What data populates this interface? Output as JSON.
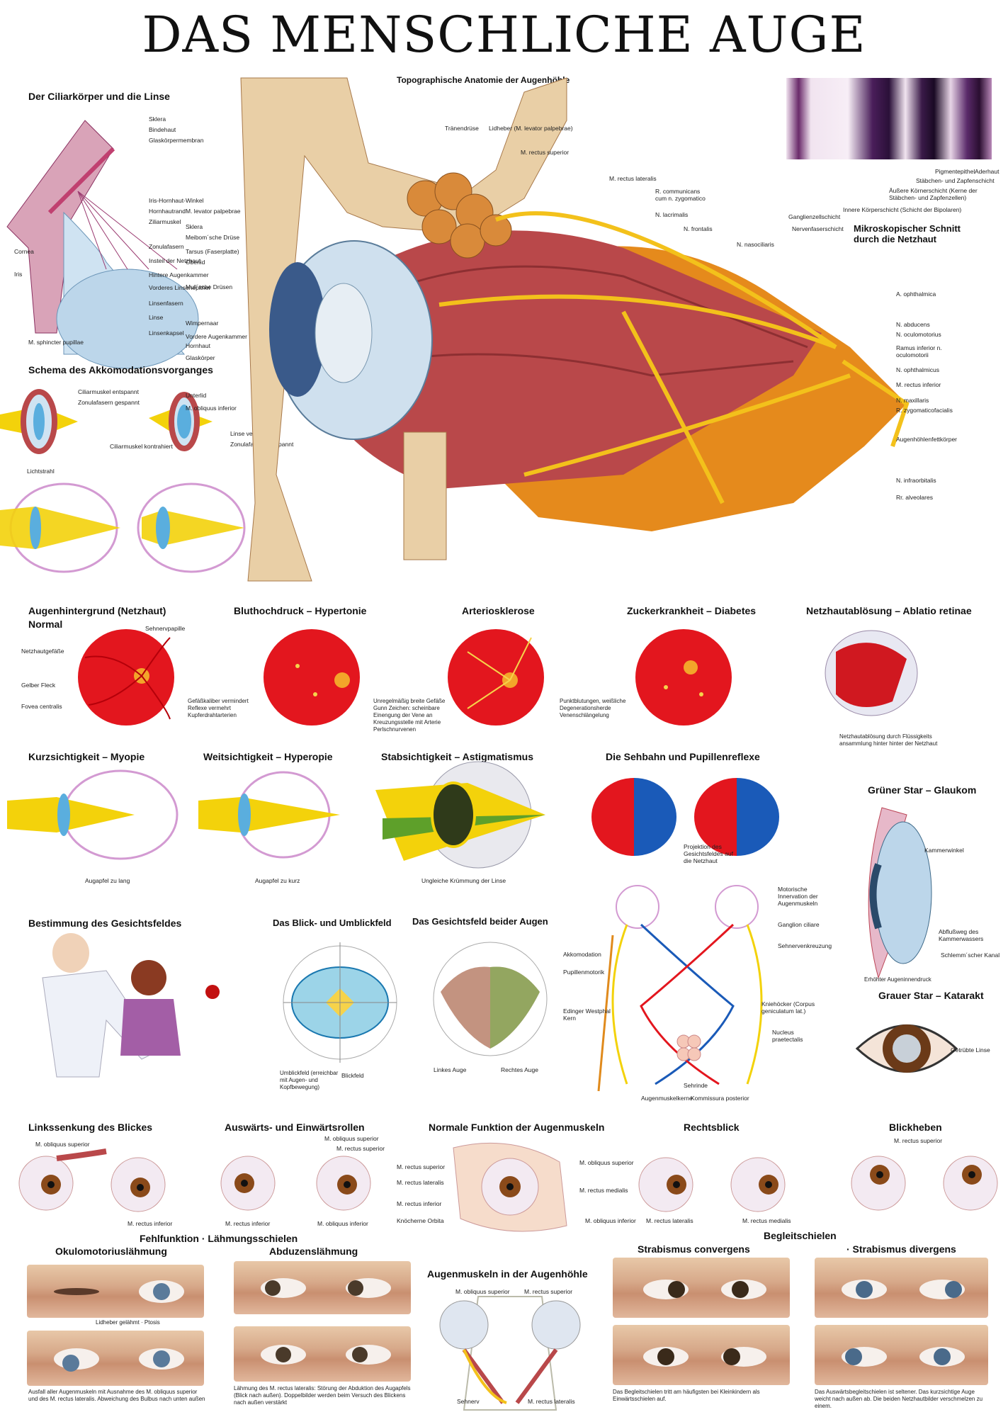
{
  "title": "DAS MENSCHLICHE AUGE",
  "colors": {
    "red": "#e3161e",
    "blue": "#1a5ab8",
    "yellow": "#f3d20b",
    "muscle": "#b9484a",
    "orange": "#e08a1c"
  },
  "sections": {
    "ciliar": {
      "title": "Der Ciliarkörper und die Linse",
      "labels": [
        "Sklera",
        "Bindehaut",
        "Glaskörpermembran",
        "Iris-Hornhaut-Winkel",
        "Hornhautrand",
        "Ziliarmuskel",
        "Zonulafasern",
        "Insteil der Netzhaut",
        "Hintere Augenkammer",
        "Vorderes Linsenepithel",
        "Linsenfasern",
        "Linse",
        "Linsenkapsel"
      ],
      "left_labels": [
        "Cornea",
        "Iris"
      ],
      "bottom_label": "M. sphincter pupillae"
    },
    "akkommodation": {
      "title": "Schema des Akkomodationsvorganges",
      "labels": [
        "Ciliarmuskel entspannt",
        "Zonulafasern gespannt",
        "Ciliarmuskel kontrahiert",
        "Linse verdickt",
        "Zonulafasern entspannt",
        "Lichtstrahl"
      ]
    },
    "topo": {
      "title": "Topographische Anatomie der Augenhöhle",
      "top_labels": [
        "Tränendrüse",
        "Lidheber (M. levator palpebrae)",
        "M. rectus superior"
      ],
      "left_labels": [
        "M. levator palpebrae",
        "Sklera",
        "Meibom´sche Drüse",
        "Tarsus (Faserplatte)",
        "Oberlid",
        "Mull´sche Drüsen",
        "Wimpernaar",
        "Vordere Augenkammer",
        "Hornhaut",
        "Glaskörper",
        "Unterlid",
        "M. obliquus inferior"
      ],
      "mid_labels": [
        "M. rectus lateralis",
        "R. communicans cum n. zygomatico",
        "N. lacrimalis",
        "N. frontalis",
        "N. nasociliaris"
      ],
      "right_labels": [
        "A. ophthalmica",
        "N. abducens",
        "N. oculomotorius",
        "Ramus inferior n. oculomotorii",
        "N. ophthalmicus",
        "M. rectus inferior",
        "N. maxillaris",
        "R. zygomaticofacialis",
        "Augenhöhlenfettkörper",
        "N. infraorbitalis",
        "Rr. alveolares"
      ]
    },
    "netzhaut": {
      "title": "Mikroskopischer Schnitt durch die Netzhaut",
      "labels": [
        "Pigmentepithel",
        "Aderhaut",
        "Stäbchen- und Zapfenschicht",
        "Äußere Körnerschicht (Kerne der Stäbchen- und Zapfenzellen)",
        "Innere Körperschicht (Schicht der Bipolaren)",
        "Ganglienzellschicht",
        "Nervenfaserschicht"
      ]
    },
    "fundus": [
      {
        "title": "Augenhintergrund (Netzhaut)",
        "subtitle": "Normal",
        "labels": [
          "Sehnervpapille",
          "Netzhautgefäße",
          "Gelber Fleck",
          "Fovea centralis"
        ],
        "caption": ""
      },
      {
        "title": "Bluthochdruck – Hypertonie",
        "subtitle": "",
        "labels": [],
        "caption": "Gefäßkaliber vermindert Reflexe vermehrt Kupferdrahtarterien"
      },
      {
        "title": "Arteriosklerose",
        "subtitle": "",
        "labels": [],
        "caption": "Unregelmäßig breite Gefäße Gunn Zeichen: scheinbare Einengung der Vene an Kreuzungsstelle mit Arterie Perlschnurvenen"
      },
      {
        "title": "Zuckerkrankheit – Diabetes",
        "subtitle": "",
        "labels": [],
        "caption": "Punktblutungen, weißliche Degenerationsherde Venenschlängelung"
      },
      {
        "title": "Netzhautablösung – Ablatio retinae",
        "subtitle": "",
        "labels": [],
        "caption": "Netzhautablösung durch Flüssigkeits ansammlung hinter hinter der Netzhaut"
      }
    ],
    "refraction": [
      {
        "title": "Kurzsichtigkeit – Myopie",
        "caption": "Augapfel zu lang"
      },
      {
        "title": "Weitsichtigkeit – Hyperopie",
        "caption": "Augapfel zu kurz"
      },
      {
        "title": "Stabsichtigkeit – Astigmatismus",
        "caption": "Ungleiche Krümmung der Linse"
      }
    ],
    "sehbahn": {
      "title": "Die Sehbahn und Pupillenreflexe",
      "labels": [
        "Projektion des Gesichtsfeldes auf die Netzhaut",
        "Motorische Innervation der Augenmuskeln",
        "Ganglion ciliare",
        "Sehnervenkreuzung",
        "Akkomodation",
        "Pupillenmotorik",
        "Kniehöcker (Corpus geniculatum lat.)",
        "Edinger Westphal Kern",
        "Nucleus praetectalis",
        "Sehrinde",
        "Augenmuskelkerne",
        "Kommissura posterior"
      ]
    },
    "glaukom": {
      "title": "Grüner Star – Glaukom",
      "labels": [
        "Kammerwinkel",
        "Abflußweg des Kammerwassers",
        "Schlemm´scher Kanal"
      ],
      "caption": "Erhöhter Augeninnendruck"
    },
    "katarakt": {
      "title": "Grauer Star – Katarakt",
      "labels": [
        "Getrübte Linse"
      ]
    },
    "gesichtsfeld": {
      "title": "Bestimmung des Gesichtsfeldes"
    },
    "blickfeld": {
      "title": "Das Blick- und Umblickfeld",
      "labels": [
        "Umblickfeld (erreichbar mit Augen- und Kopfbewegung)",
        "Blickfeld"
      ]
    },
    "gesichtsfeld2": {
      "title": "Das Gesichtsfeld beider Augen",
      "labels": [
        "Linkes Auge",
        "Rechtes Auge"
      ]
    },
    "muscles": [
      {
        "title": "Linkssenkung des Blickes",
        "labels": [
          "M. obliquus superior",
          "M. rectus inferior"
        ]
      },
      {
        "title": "Auswärts- und Einwärtsrollen",
        "labels": [
          "M. obliquus superior",
          "M. rectus superior",
          "M. rectus inferior",
          "M. obliquus inferior"
        ]
      },
      {
        "title": "Normale Funktion der Augenmuskeln",
        "labels": [
          "M. rectus superior",
          "M. obliquus superior",
          "M. rectus lateralis",
          "M. rectus medialis",
          "M. rectus inferior",
          "Knöcherne Orbita",
          "M. obliquus inferior"
        ]
      },
      {
        "title": "Rechtsblick",
        "labels": [
          "M. rectus lateralis",
          "M. rectus medialis"
        ]
      },
      {
        "title": "Blickheben",
        "labels": [
          "M. rectus superior"
        ]
      }
    ],
    "fehlfunktion": {
      "title": "Fehlfunktion · Lähmungsschielen",
      "okulo": {
        "title": "Okulomotoriuslähmung",
        "caption1": "Lidheber gelähmt · Ptosis",
        "caption2": "Ausfall aller Augenmuskeln mit Ausnahme des M. obliquus superior und des M. rectus lateralis. Abweichung des Bulbus nach unten außen"
      },
      "abduzens": {
        "title": "Abduzenslähmung",
        "caption": "Lähmung des M. rectus lateralis: Störung der Abduktion des Augapfels (Blick nach außen). Doppelbilder werden beim Versuch des Blickens nach außen verstärkt"
      }
    },
    "augenhoehle": {
      "title": "Augenmuskeln in der Augenhöhle",
      "labels": [
        "M. obliquus superior",
        "M. rectus superior",
        "Sehnerv",
        "M. rectus lateralis"
      ]
    },
    "begleitschielen": {
      "title": "Begleitschielen",
      "convergens": {
        "title": "Strabismus convergens",
        "caption": "Das Begleitschielen tritt am häufigsten bei Kleinkindern als Einwärtsschielen auf."
      },
      "divergens": {
        "title": "· Strabismus divergens",
        "caption": "Das Auswärtsbegleitschielen ist seltener. Das kurzsichtige Auge weicht nach außen ab. Die beiden Netzhautbilder verschmelzen zu einem."
      }
    }
  }
}
